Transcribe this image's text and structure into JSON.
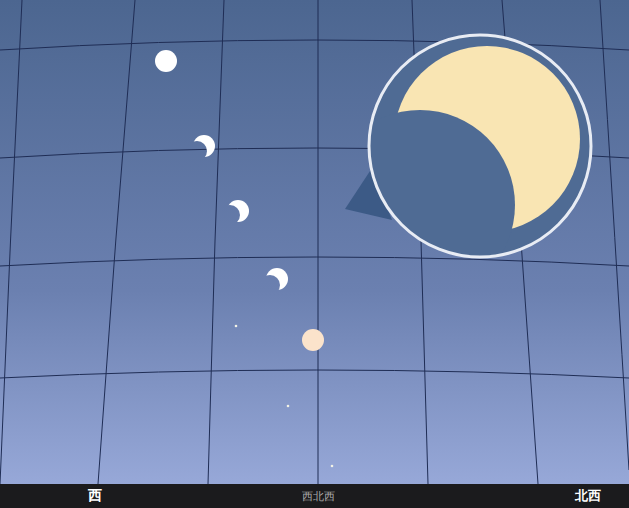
{
  "diagram": {
    "labels": [
      "西",
      "西北西",
      "北西"
    ]
  }
}
